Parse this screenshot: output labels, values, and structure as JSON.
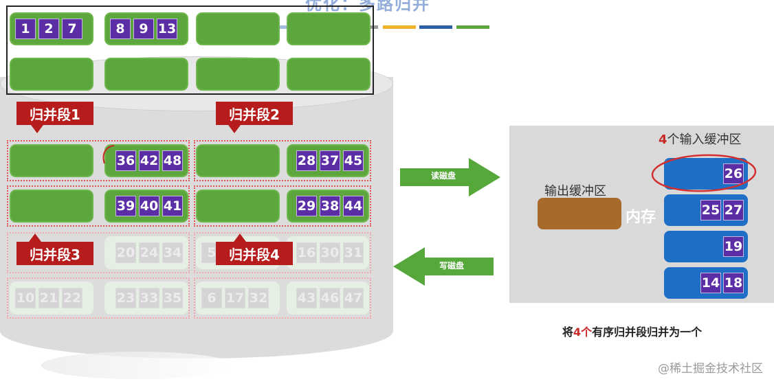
{
  "header": {
    "title_fragment": "优化：多路归并"
  },
  "colors": {
    "legend": [
      "#4a78c2",
      "#9a9a9a",
      "#f0b429",
      "#2e5fa8",
      "#5da53d"
    ]
  },
  "disk": {
    "top_row1": [
      {
        "nums": [
          "1",
          "2",
          "7"
        ]
      },
      {
        "nums": [
          "8",
          "9",
          "13"
        ]
      },
      {
        "nums": []
      },
      {
        "nums": []
      }
    ],
    "top_row2": [
      {
        "nums": []
      },
      {
        "nums": []
      },
      {
        "nums": []
      },
      {
        "nums": []
      }
    ],
    "seg1": {
      "label": "归并段1",
      "row1": [
        "36",
        "42",
        "48"
      ],
      "row2": [
        "39",
        "40",
        "41"
      ]
    },
    "seg2": {
      "label": "归并段2",
      "row1": [
        "28",
        "37",
        "45"
      ],
      "row2": [
        "29",
        "38",
        "44"
      ]
    },
    "seg3": {
      "label": "归并段3",
      "row1": [
        "20",
        "24",
        "34"
      ],
      "row2": [
        "10",
        "21",
        "22"
      ],
      "row2b": [
        "23",
        "33",
        "35"
      ]
    },
    "seg4": {
      "label": "归并段4",
      "row1_partial": "5",
      "row1": [
        "16",
        "30",
        "31"
      ],
      "row2a": [
        "6",
        "17",
        "32"
      ],
      "row2b": [
        "43",
        "46",
        "47"
      ]
    }
  },
  "arrows": {
    "read": "读磁盘",
    "write": "写磁盘"
  },
  "memory": {
    "label": "内存",
    "output_buffer": "输出缓冲区",
    "input_buffers_count": "4",
    "input_buffers_suffix": "个输入缓冲区",
    "buffers": [
      [
        "26"
      ],
      [
        "25",
        "27"
      ],
      [
        "19"
      ],
      [
        "14",
        "18"
      ]
    ]
  },
  "caption": {
    "pre": "将",
    "count": "4个",
    "post": "有序归并段归并为一个"
  },
  "watermark": "@稀土掘金技术社区"
}
